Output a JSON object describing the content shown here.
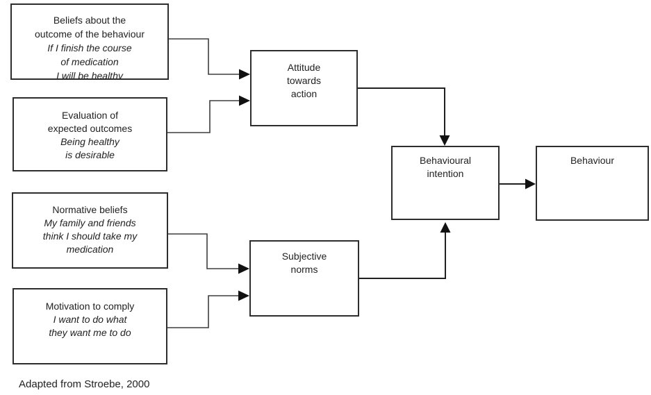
{
  "diagram": {
    "caption": "Adapted from Stroebe, 2000",
    "boxes": {
      "beliefs_outcome": {
        "title_lines": [
          "Beliefs about the",
          "outcome of the behaviour"
        ],
        "example_lines": [
          "If I finish the course",
          "of medication",
          "I will be healthy"
        ]
      },
      "evaluation_outcomes": {
        "title_lines": [
          "Evaluation of",
          "expected outcomes"
        ],
        "example_lines": [
          "Being healthy",
          "is desirable"
        ]
      },
      "normative_beliefs": {
        "title_lines": [
          "Normative beliefs"
        ],
        "example_lines": [
          "My family and friends",
          "think I should take my",
          "medication"
        ]
      },
      "motivation_comply": {
        "title_lines": [
          "Motivation to comply"
        ],
        "example_lines": [
          "I want to do what",
          "they want me to do"
        ]
      },
      "attitude": {
        "title_lines": [
          "Attitude",
          "towards",
          "action"
        ]
      },
      "subjective_norms": {
        "title_lines": [
          "Subjective",
          "norms"
        ]
      },
      "behavioural_intention": {
        "title_lines": [
          "Behavioural",
          "intention"
        ]
      },
      "behaviour": {
        "title_lines": [
          "Behaviour"
        ]
      }
    },
    "colors": {
      "background": "#ffffff",
      "box_border": "#2d2d2d",
      "text": "#1f1f1f",
      "connector": "#3d3d3d",
      "arrowhead": "#111111"
    }
  }
}
